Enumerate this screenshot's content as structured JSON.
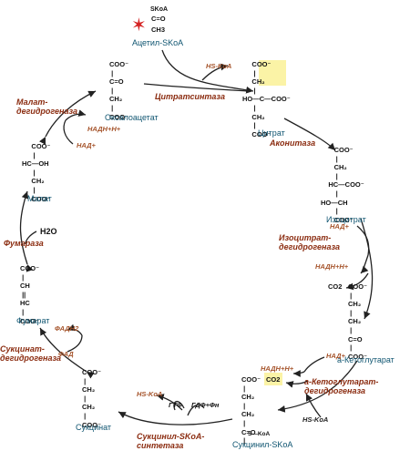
{
  "metabolites": {
    "acetyl_coa": "Ацетил-SKoA",
    "citrate": "Цитрат",
    "isocitrate": "Изоцитрат",
    "akg": "a-Кетоглутарат",
    "succinyl_coa": "Сукцинил-SKoA",
    "succinate": "Сукцинат",
    "fumarate": "Фумарат",
    "malate": "Малат",
    "oxaloacetate": "Оксалоацетат"
  },
  "enzymes": {
    "citrate_synthase": "Цитратсинтаза",
    "aconitase": "Аконитаза",
    "isocitrate_dh": "Изоцитрат-\nдегидрогеназа",
    "akg_dh": "a-Кетоглутарат-\nдегидрогеназа",
    "succinyl_coa_synthetase": "Сукцинил-SKoA-\nсинтетаза",
    "succinate_dh": "Сукцинат-\nдегидрогеназа",
    "fumarase": "Фумараза",
    "malate_dh": "Малат-\nдегидрогеназа"
  },
  "cofactors": {
    "hs_koa_top": "HS-KoA",
    "nad_iso": "НАД+",
    "nadh_iso": "НАДН+Н+",
    "co2_iso": "CO2",
    "nad_akg": "НАД+",
    "nadh_akg": "НАДН+Н+",
    "co2_akg": "CO2",
    "hs_koa_akg": "HS-KoA",
    "hs_koa_suc": "HS-KoA",
    "gtp": "ГТФ",
    "gdp": "ГДФ+Фн",
    "fadh2": "ФАДН2",
    "fad": "ФАД",
    "h2o": "H2O",
    "nad_mal": "НАД+",
    "nadh_mal": "НАДН+Н+"
  },
  "formulas": {
    "acetyl_skoa": "SKoA",
    "acetyl_co": "C=O",
    "acetyl_ch3": "CH3",
    "citrate": "     COO⁻\n      |\n     CH₂\n      |\nHO—C—COO⁻\n      |\n     CH₂\n      |\n     COO⁻",
    "isocitrate": "       COO⁻\n        |\n       CH₂\n        |\n    HC—COO⁻\n        |\nHO—CH\n        |\n       COO⁻",
    "akg": "COO⁻\n |\nCH₂\n |\nCH₂\n |\nC=O\n |\nCOO⁻",
    "succinyl_coa": "COO⁻\n |\nCH₂\n |\nCH₂\n |\nC=O\n |",
    "succinyl_coa_s": "S—KoA",
    "succinate": "COO⁻\n |\nCH₂\n |\nCH₂\n |\nCOO⁻",
    "fumarate": "COO⁻\n |\nCH\n ||\nHC\n |\nCOO⁻",
    "malate": "     COO⁻\n      |\nHC—OH\n      |\n     CH₂\n      |\n     COO⁻",
    "oxaloacetate": "COO⁻\n |\nC=O\n |\nCH₂\n |\nCOO⁻"
  },
  "colors": {
    "enzyme": "#8b2c10",
    "cofactor": "#a5532a",
    "metabolite": "#0e5470",
    "highlight": "#fbf3a6",
    "star": "#d42222"
  }
}
